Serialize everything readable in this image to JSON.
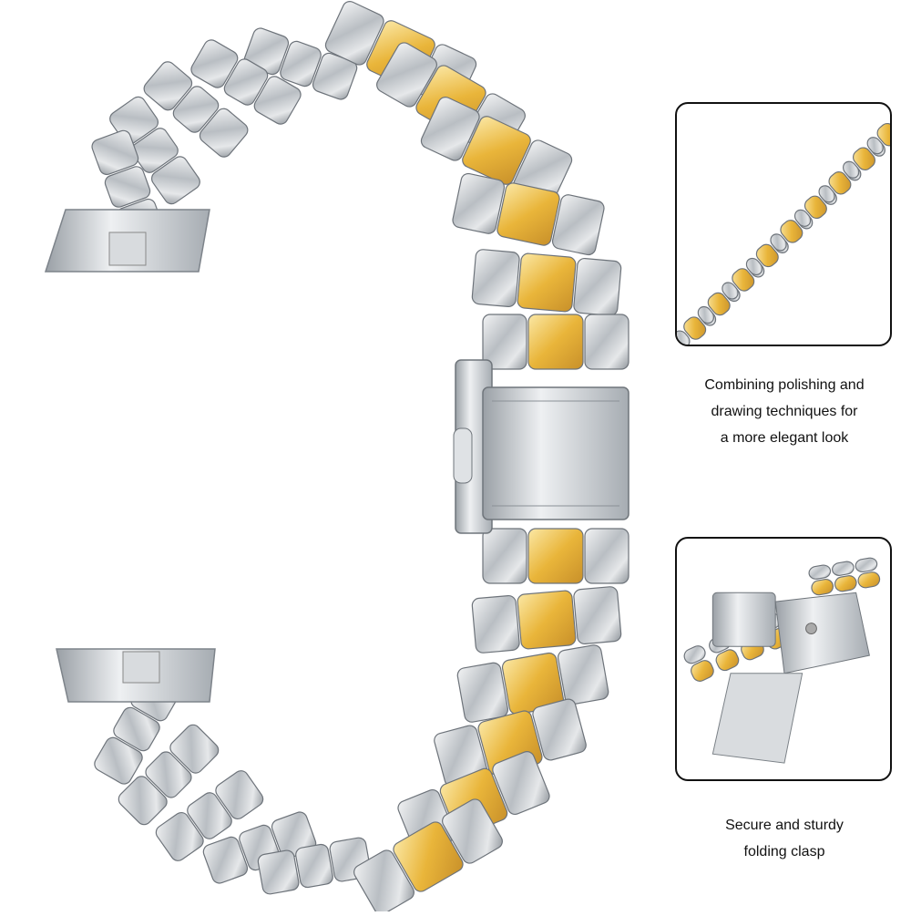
{
  "product": {
    "colors": {
      "silver": "#c9cdd1",
      "gold": "#e8b83c",
      "frame": "#111111"
    }
  },
  "features": [
    {
      "lines": [
        "Combining polishing and",
        "drawing techniques for",
        "a more elegant look"
      ]
    },
    {
      "lines": [
        "Secure and sturdy",
        "folding clasp"
      ]
    }
  ]
}
